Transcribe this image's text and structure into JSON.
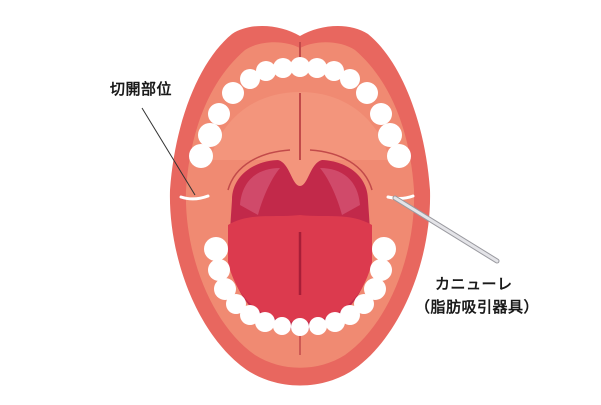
{
  "diagram": {
    "subject": "open-mouth-illustration",
    "labels": {
      "incision_site": "切開部位",
      "cannula_line1": "カニューレ",
      "cannula_line2": "（脂肪吸引器具）"
    },
    "colors": {
      "background": "#ffffff",
      "lip": "#e8675f",
      "lip_dark": "#d9564f",
      "gum": "#f08a72",
      "palate": "#f3957c",
      "teeth": "#ffffff",
      "throat_back": "#c2294a",
      "uvula_arch": "#d04a6a",
      "tongue": "#dc3a4e",
      "midline": "#c24a4a",
      "cannula": "#c8c8cc",
      "leader_line": "#333333",
      "incision_mark": "#ffffff"
    }
  }
}
